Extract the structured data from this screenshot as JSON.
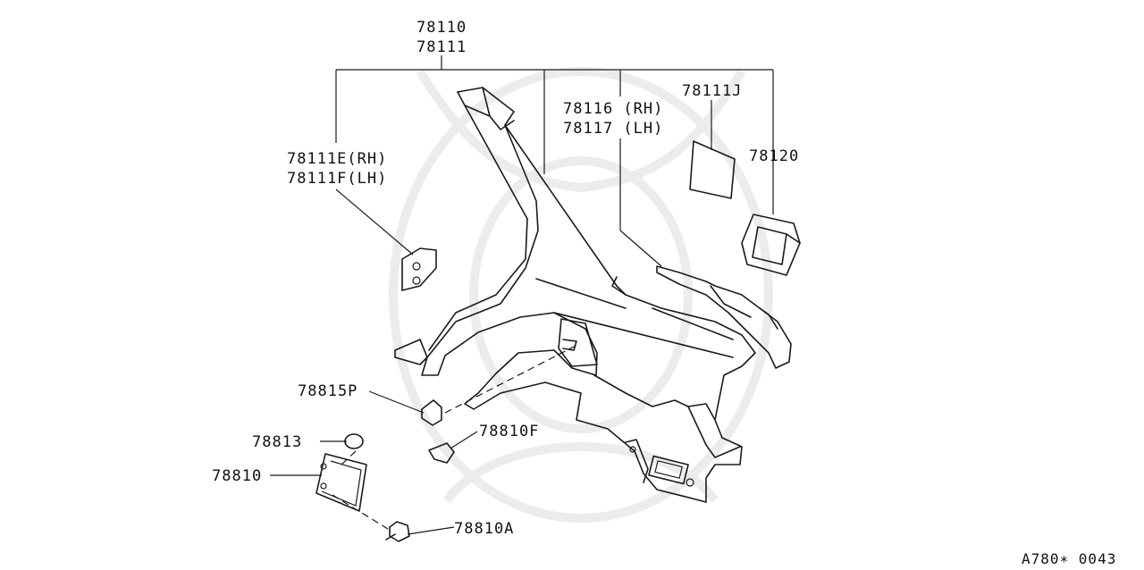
{
  "diagram": {
    "labels": {
      "panel_top": "78110",
      "panel_bottom": "78111",
      "bracket_rh": "78111E(RH)",
      "bracket_lh": "78111F(LH)",
      "ext_rh": "78116 (RH)",
      "ext_lh": "78117 (LH)",
      "patch": "78111J",
      "pocket": "78120",
      "plug": "78815P",
      "seal": "78813",
      "lid": "78810",
      "bumper": "78810F",
      "screw": "78810A"
    },
    "footer_code": "A780∗ 0043"
  }
}
